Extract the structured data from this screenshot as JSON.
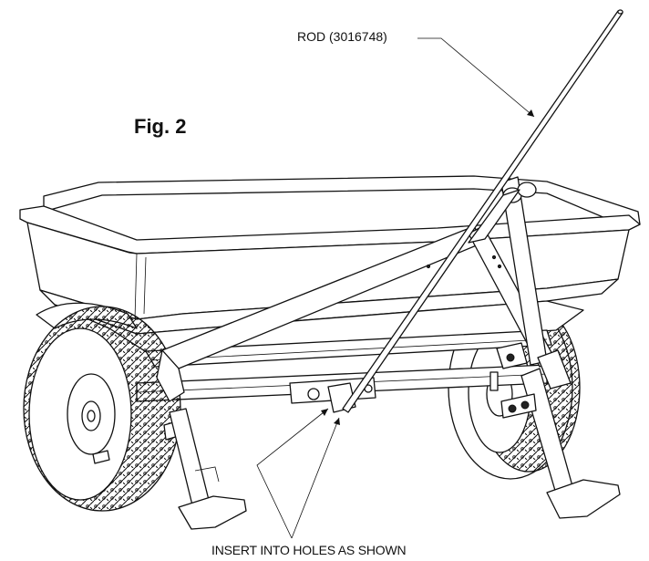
{
  "figure": {
    "title": "Fig. 2"
  },
  "callouts": {
    "rod": "ROD (3016748)",
    "insert": "INSERT INTO HOLES AS SHOWN"
  },
  "colors": {
    "ink": "#111111",
    "background": "#ffffff"
  }
}
